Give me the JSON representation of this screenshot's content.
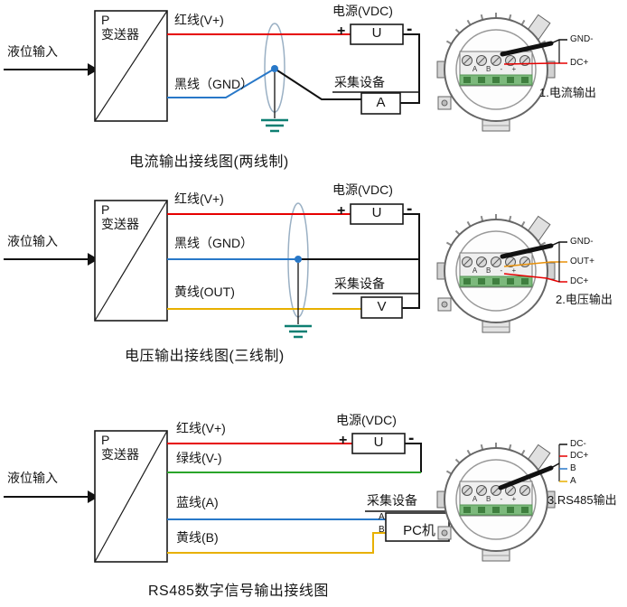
{
  "diagrams": [
    {
      "input_label": "液位输入",
      "transmitter": {
        "p": "P",
        "name": "变送器"
      },
      "power": {
        "title": "电源(VDC)",
        "unit": "U",
        "plus": "+",
        "minus": "-"
      },
      "collector": {
        "title": "采集设备",
        "unit": "A"
      },
      "wires": [
        "红线(V+)",
        "黑线（GND）"
      ],
      "caption": "电流输出接线图(两线制)",
      "device": {
        "terminals": "A B - +",
        "pins": [
          "GND-",
          "DC+"
        ],
        "caption": "1.电流输出"
      }
    },
    {
      "input_label": "液位输入",
      "transmitter": {
        "p": "P",
        "name": "变送器"
      },
      "power": {
        "title": "电源(VDC)",
        "unit": "U",
        "plus": "+",
        "minus": "-"
      },
      "collector": {
        "title": "采集设备",
        "unit": "V"
      },
      "wires": [
        "红线(V+)",
        "黑线（GND）",
        "黄线(OUT)"
      ],
      "caption": "电压输出接线图(三线制)",
      "device": {
        "terminals": "A B - +",
        "pins": [
          "GND-",
          "OUT+",
          "DC+"
        ],
        "caption": "2.电压输出"
      }
    },
    {
      "input_label": "液位输入",
      "transmitter": {
        "p": "P",
        "name": "变送器"
      },
      "power": {
        "title": "电源(VDC)",
        "unit": "U",
        "plus": "+",
        "minus": "-"
      },
      "collector": {
        "title": "采集设备",
        "unit": "PC机",
        "port_a": "A",
        "port_b": "B"
      },
      "wires": [
        "红线(V+)",
        "绿线(V-)",
        "蓝线(A)",
        "黄线(B)"
      ],
      "caption": "RS485数字信号输出接线图",
      "device": {
        "terminals": "A B - +",
        "pins": [
          "DC-",
          "DC+",
          "B",
          "A"
        ],
        "caption": "3.RS485输出"
      }
    }
  ],
  "colors": {
    "red": "#e60000",
    "blue": "#2878c8",
    "yellow": "#e8b000",
    "orange": "#e8910a",
    "green": "#2aa52a",
    "black": "#111111",
    "ground": "#0e7f72",
    "shield": "#9ab0c4"
  }
}
